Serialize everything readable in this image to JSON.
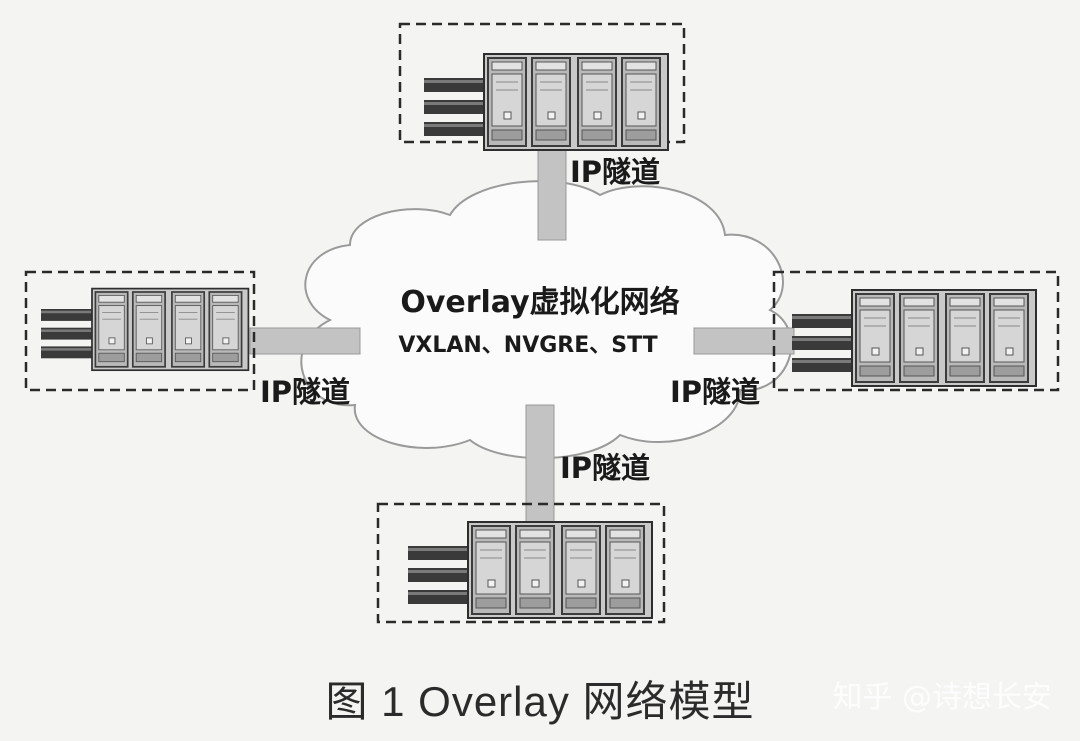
{
  "diagram": {
    "cloud": {
      "title": "Overlay虚拟化网络",
      "protocols": "VXLAN、NVGRE、STT"
    },
    "tunnel_labels": {
      "top": "IP隧道",
      "left": "IP隧道",
      "right": "IP隧道",
      "bottom": "IP隧道"
    },
    "caption": "图 1  Overlay 网络模型",
    "watermark": "知乎 @诗想长安"
  }
}
